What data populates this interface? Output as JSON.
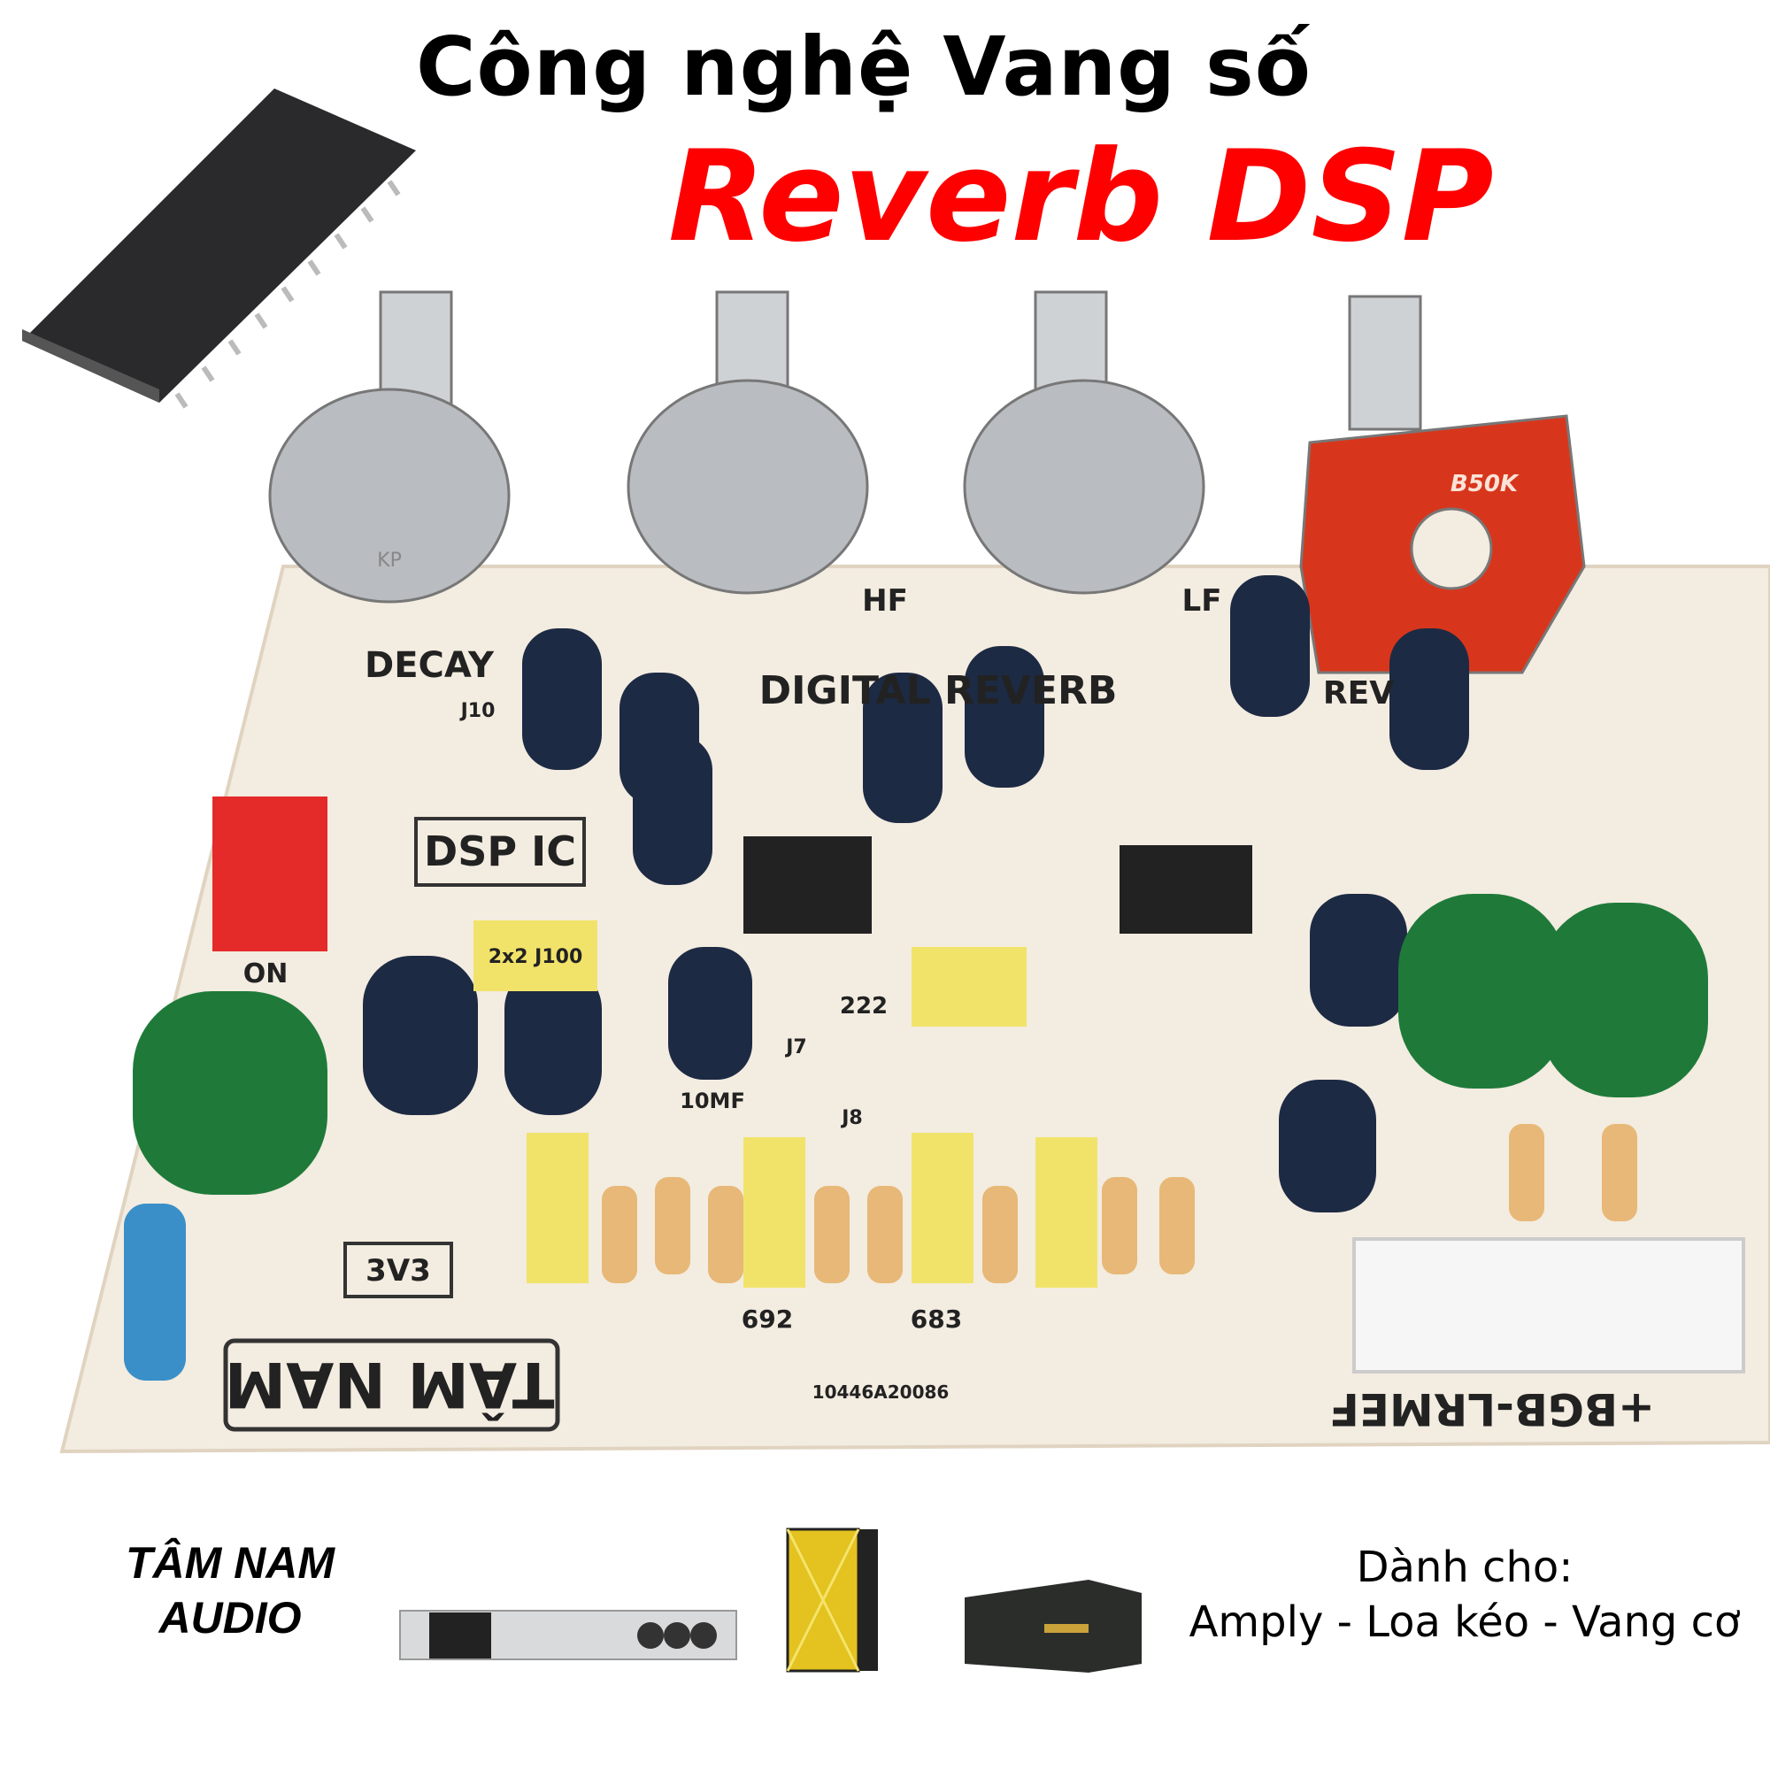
{
  "header": {
    "title": "Công nghệ Vang số",
    "subtitle": "Reverb DSP"
  },
  "colors": {
    "title": "#000000",
    "subtitle": "#ff0000",
    "pcb": "#f3ece0",
    "capacitor_green": "#1f7a3a",
    "capacitor_blue": "#1d2a44",
    "pot_label": "#d8361c"
  },
  "board": {
    "labels": [
      "DECAY",
      "DIGITAL REVERB",
      "HF",
      "LF",
      "REV",
      "DSP IC",
      "ON",
      "3V3",
      "TÂM NAM",
      "+BGB-LRMEF",
      "10446A20086",
      "10MF",
      "2x2 J100",
      "222",
      "J7",
      "J8",
      "J10",
      "692",
      "683",
      "B50K",
      "KP"
    ]
  },
  "footer": {
    "brand_line1": "TÂM NAM",
    "brand_line2": "AUDIO",
    "for_label": "Dành cho:",
    "for_items": "Amply - Loa kéo - Vang cơ",
    "devices": [
      "karaoke-processor",
      "trolley-speaker",
      "karaoke-amplifier"
    ]
  }
}
